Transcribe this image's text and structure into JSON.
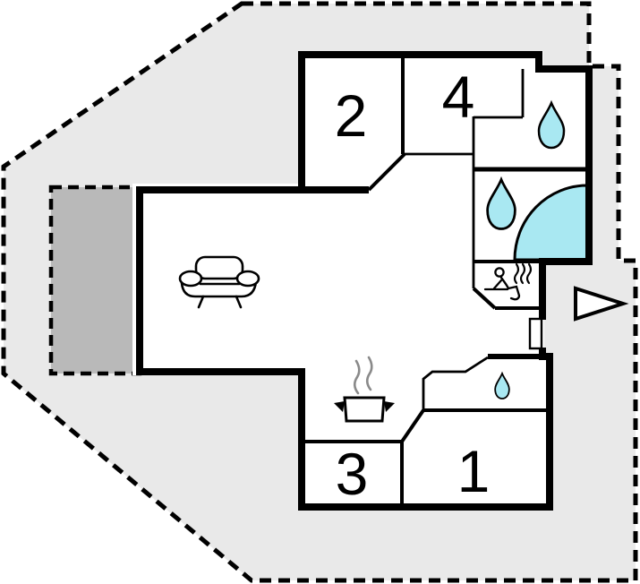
{
  "floorplan": {
    "type": "floor-plan",
    "rooms": [
      {
        "label": "1"
      },
      {
        "label": "2"
      },
      {
        "label": "3"
      },
      {
        "label": "4"
      }
    ],
    "icons": {
      "living_area": "sofa-icon",
      "kitchen": "pot-with-steam-icon",
      "sauna": "sauna-person-icon",
      "bathroom_top": "water-drop-icon",
      "bathroom_middle": "water-drop-icon, corner-bathtub-icon",
      "shower_room": "water-drop-icon",
      "entrance": "entrance-arrow-icon",
      "door": "door-symbol"
    },
    "colors": {
      "plot_fill": "#e9e9e9",
      "terrace_fill": "#b9b9b9",
      "water_fill": "#a9e8f2",
      "wall": "#000000",
      "steam": "#8a8a8a",
      "background": "#ffffff"
    }
  }
}
